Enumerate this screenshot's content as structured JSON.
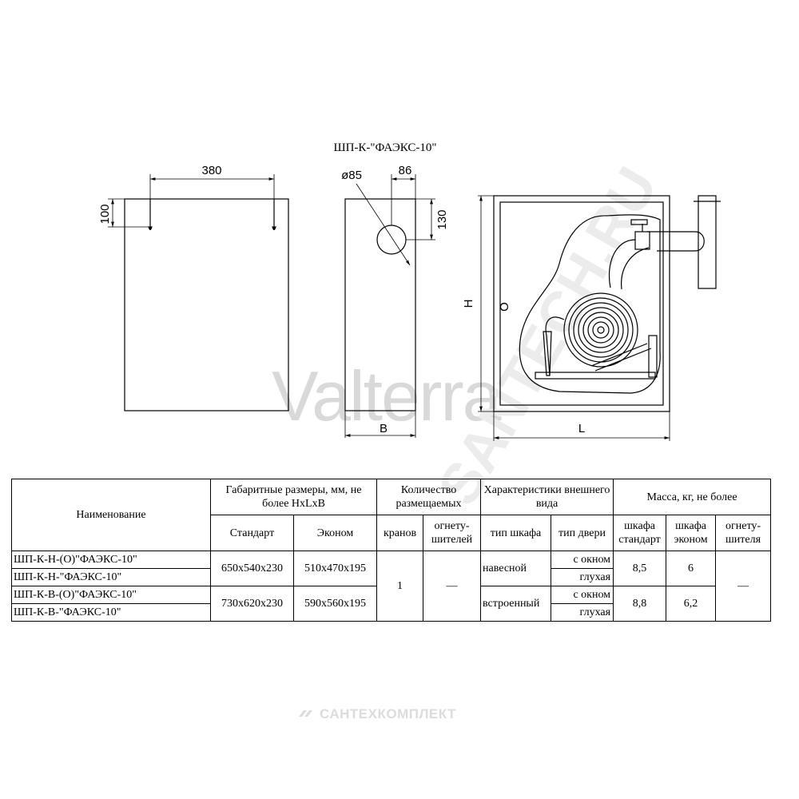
{
  "drawing": {
    "title": "ШП-К-\"ФАЭКС-10\"",
    "dim_width": "380",
    "dim_height": "100",
    "dim_hole_diameter": "ø85",
    "dim_hole_offset": "86",
    "dim_hole_top": "130",
    "label_depth": "B",
    "label_height": "H",
    "label_length": "L",
    "label_o": "O"
  },
  "watermarks": {
    "brand": "Valterra",
    "diagonal": "SANTECH.RU",
    "footer": "САНТЕХКОМПЛЕКТ"
  },
  "table": {
    "col_name": "Наименование",
    "col_dims": "Габаритные размеры, мм, не более HxLxB",
    "col_qty": "Количество размещаемых",
    "col_appearance": "Характеристики внешнего вида",
    "col_mass": "Масса, кг, не более",
    "sub_standard": "Стандарт",
    "sub_econom": "Эконом",
    "sub_valves": "кранов",
    "sub_extinguishers": "огнету-шителей",
    "sub_cabinet_type": "тип шкафа",
    "sub_door_type": "тип двери",
    "sub_mass_standard": "шкафа стандарт",
    "sub_mass_econom": "шкафа эконом",
    "sub_mass_extinguisher": "огнету-шителя",
    "rows": [
      {
        "name": "ШП-К-Н-(О)\"ФАЭКС-10\"",
        "door": "с окном"
      },
      {
        "name": "ШП-К-Н-\"ФАЭКС-10\"",
        "door": "глухая"
      },
      {
        "name": "ШП-К-В-(О)\"ФАЭКС-10\"",
        "door": "с окном"
      },
      {
        "name": "ШП-К-В-\"ФАЭКС-10\"",
        "door": "глухая"
      }
    ],
    "groups": [
      {
        "standard": "650x540x230",
        "econom": "510x470x195",
        "cabinet": "навесной",
        "mass_standard": "8,5",
        "mass_econom": "6"
      },
      {
        "standard": "730x620x230",
        "econom": "590x560x195",
        "cabinet": "встроенный",
        "mass_standard": "8,8",
        "mass_econom": "6,2"
      }
    ],
    "valves": "1",
    "extinguishers": "—",
    "mass_extinguisher": "—"
  }
}
